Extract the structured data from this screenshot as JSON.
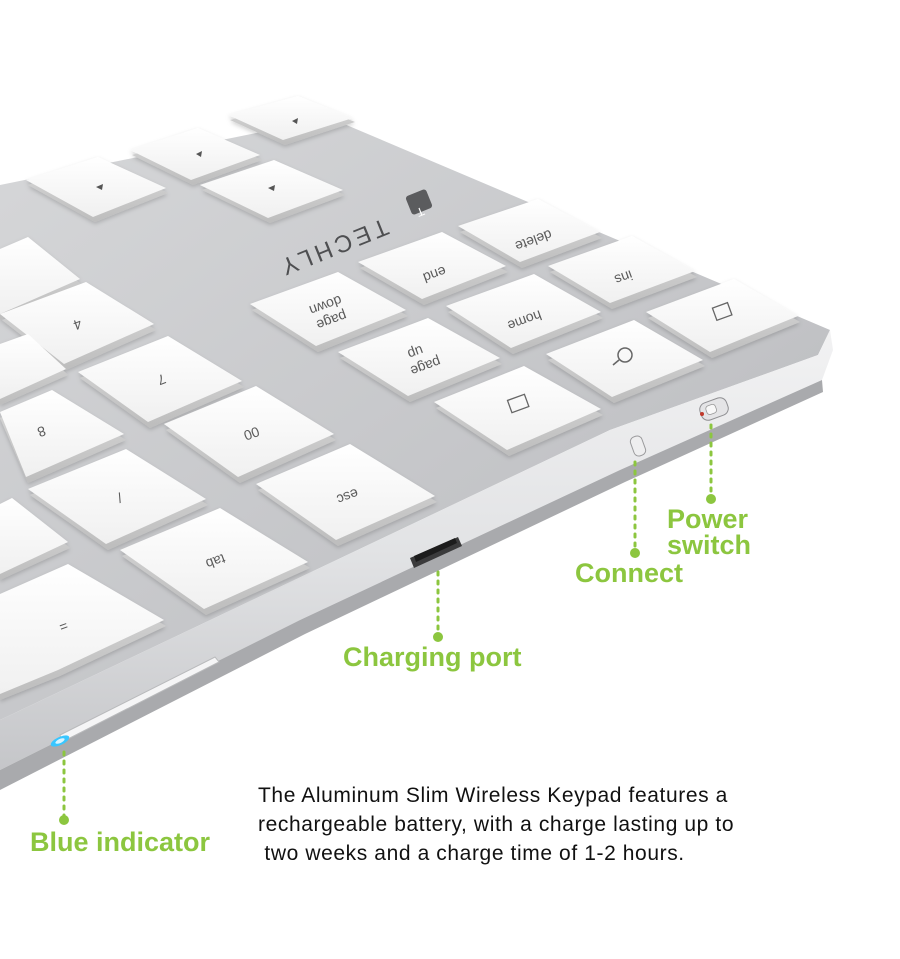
{
  "brand": {
    "logo_text": "TECHLY",
    "logo_badge": "T"
  },
  "keys": {
    "delete": "delete",
    "end": "end",
    "ins": "ins",
    "page_down_line1": "page",
    "page_down_line2": "down",
    "home": "home",
    "page_up_line1": "page",
    "page_up_line2": "up",
    "four": "4",
    "seven": "7",
    "eight": "8",
    "double_zero": "00",
    "slash": "/",
    "esc": "esc",
    "tab": "tab",
    "equals": "="
  },
  "callouts": {
    "power_switch_line1": "Power",
    "power_switch_line2": "switch",
    "connect": "Connect",
    "charging_port": "Charging port",
    "blue_indicator": "Blue indicator"
  },
  "description": {
    "line1": "The Aluminum Slim Wireless Keypad features a",
    "line2": "rechargeable battery, with a charge lasting up to",
    "line3": " two weeks and a charge time of 1-2 hours."
  },
  "colors": {
    "callout_green": "#8cc63f",
    "indicator_blue": "#39c6ff",
    "body_silver": "#c9cacc",
    "key_white": "#f6f6f6"
  }
}
